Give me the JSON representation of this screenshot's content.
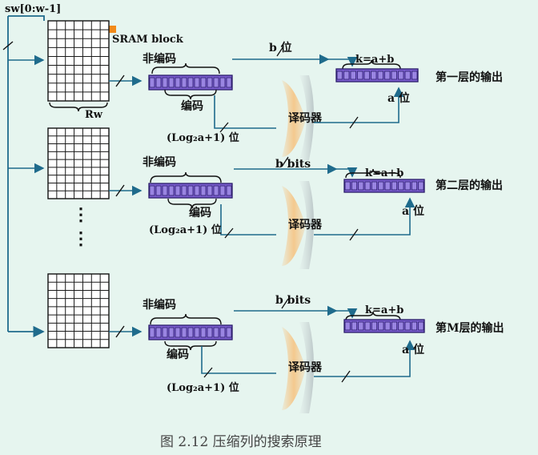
{
  "input_bus_label": "sw[0:w-1]",
  "sram_label": "SRAM block",
  "rw_label": "Rw",
  "vertical_dots": "⋮",
  "decoder_label": "译码器",
  "caption": "图 2.12    压缩列的搜索原理",
  "colors": {
    "background": "#e6f5ef",
    "wire": "#1f6b8c",
    "register": "#7c5fd0",
    "decoder": "#f4c98e",
    "sram_marker": "#f28a1a"
  },
  "layers": [
    {
      "non_encoded_label": "非编码",
      "encoded_label": "编码",
      "bits_label": "b 位",
      "log_label": "(Log₂a+1) 位",
      "k_label": "k=a+b",
      "a_label": "a 位",
      "output_label": "第一层的输出"
    },
    {
      "non_encoded_label": "非编码",
      "encoded_label": "编码",
      "bits_label": "b bits",
      "log_label": "(Log₂a+1) 位",
      "k_label": "k=a+b",
      "a_label": "a 位",
      "output_label": "第二层的输出"
    },
    {
      "non_encoded_label": "非编码",
      "encoded_label": "编码",
      "bits_label": "b bits",
      "log_label": "(Log₂a+1) 位",
      "k_label": "k=a+b",
      "a_label": "a 位",
      "output_label": "第M层的输出"
    }
  ]
}
